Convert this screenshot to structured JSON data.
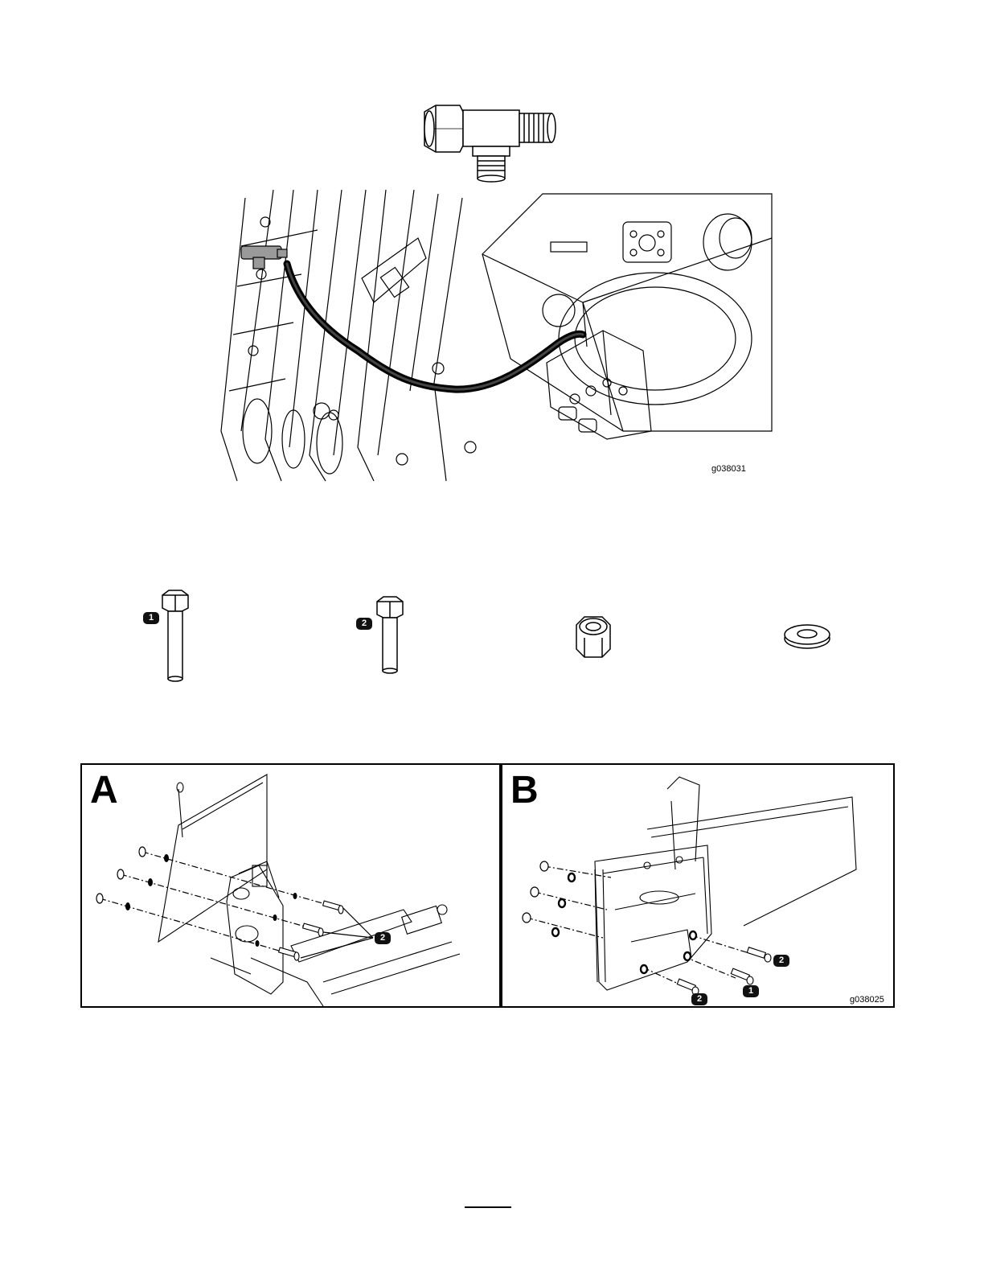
{
  "figure_top": {
    "code": "g038031"
  },
  "figure_hardware": {
    "callouts": [
      "1",
      "2"
    ]
  },
  "figure_ab": {
    "panel_a_letter": "A",
    "panel_b_letter": "B",
    "panel_a_callouts": [
      "2"
    ],
    "panel_b_callouts": [
      "2",
      "1",
      "2"
    ],
    "code": "g038025"
  }
}
